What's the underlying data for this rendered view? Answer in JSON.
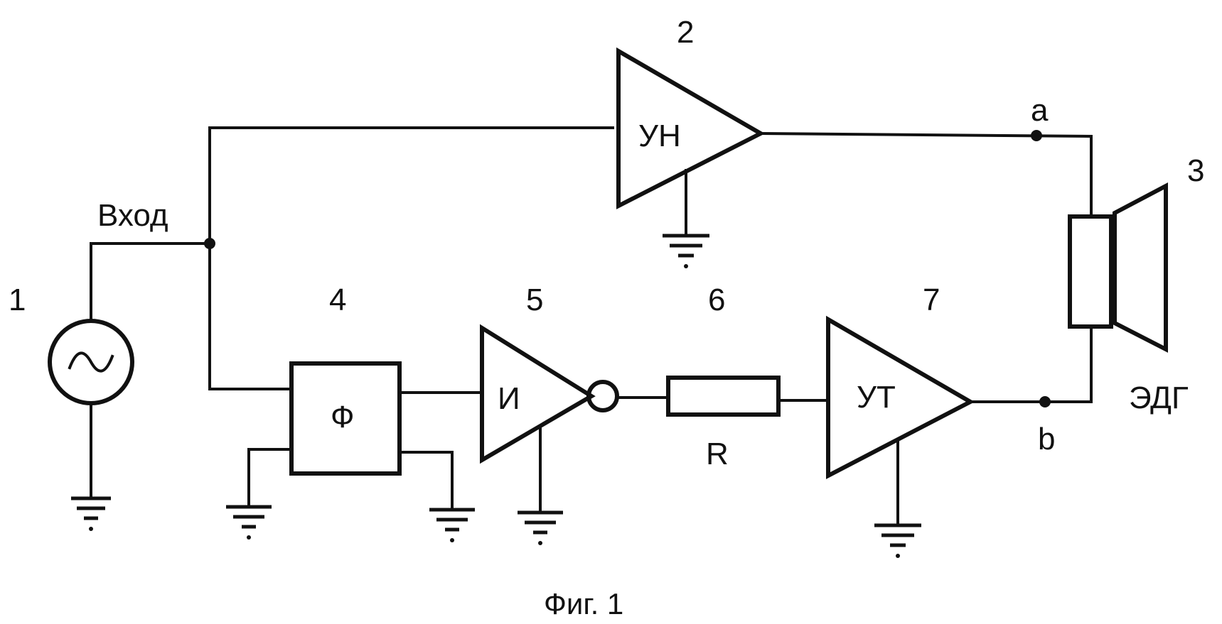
{
  "figure": {
    "caption": "Фиг. 1"
  },
  "labels": {
    "input": "Вход",
    "node_a": "a",
    "node_b": "b",
    "speaker": "ЭДГ"
  },
  "blocks": [
    {
      "number": "1",
      "symbol": "~"
    },
    {
      "number": "2",
      "text": "УН"
    },
    {
      "number": "3",
      "text": "ЭДГ"
    },
    {
      "number": "4",
      "text": "Ф"
    },
    {
      "number": "5",
      "text": "И"
    },
    {
      "number": "6",
      "text": "R"
    },
    {
      "number": "7",
      "text": "УТ"
    }
  ]
}
